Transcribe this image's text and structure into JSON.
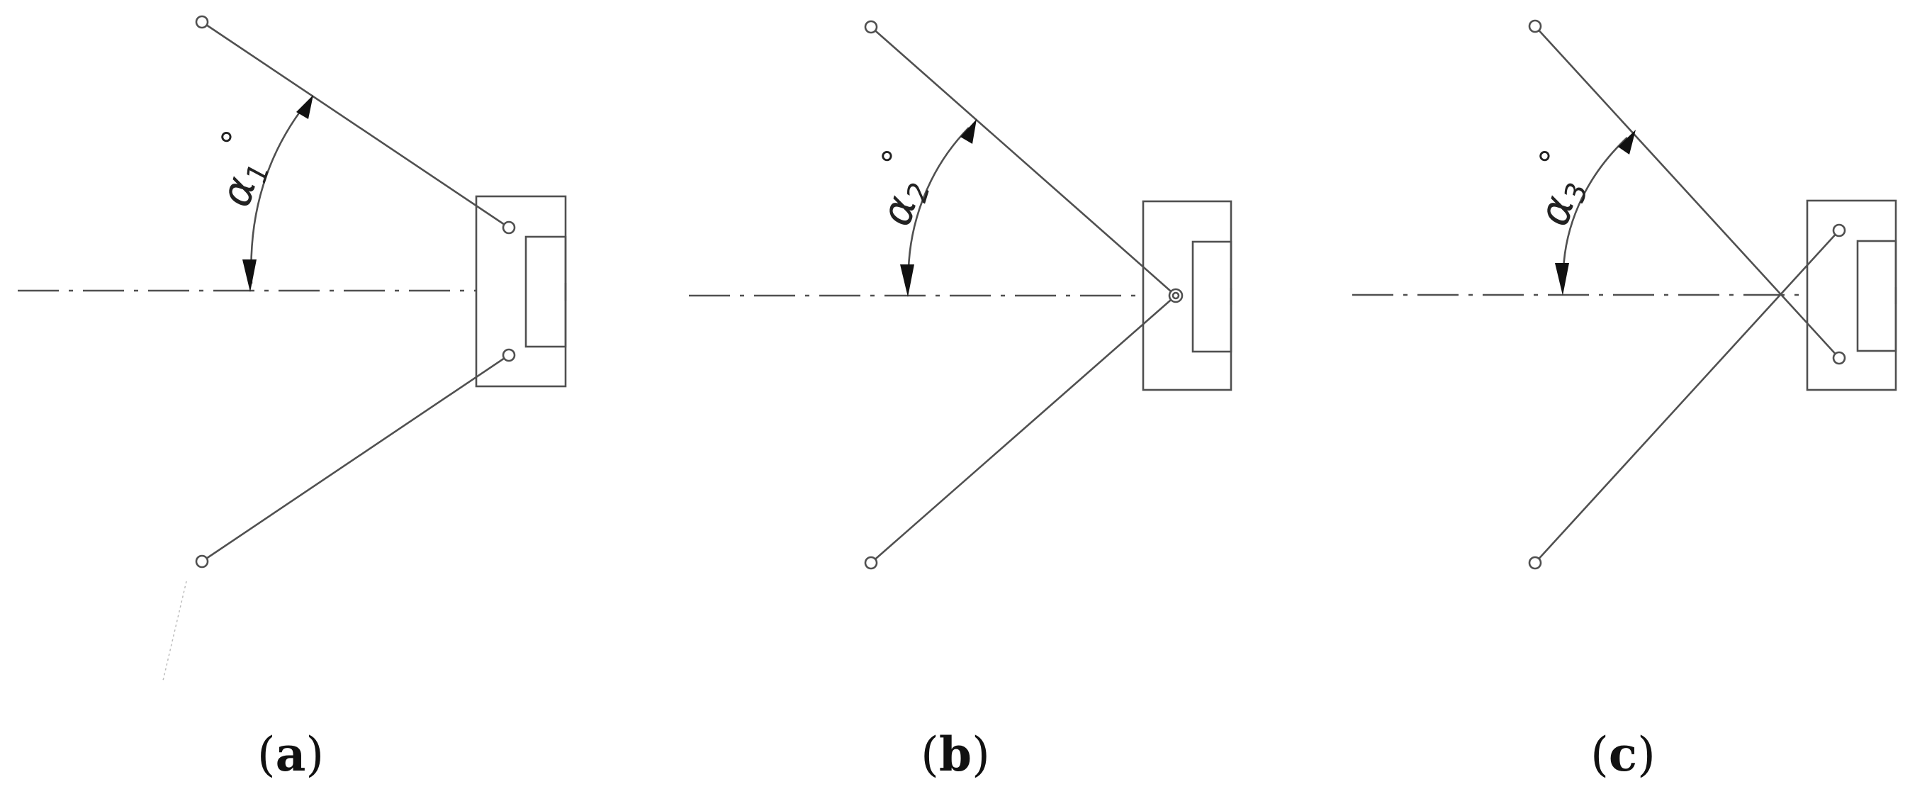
{
  "panels": [
    {
      "caption_open": "(",
      "caption_letter": "a",
      "caption_close": ")",
      "angle_symbol": "α",
      "angle_subscript": "1",
      "angle_unit": "°"
    },
    {
      "caption_open": "(",
      "caption_letter": "b",
      "caption_close": ")",
      "angle_symbol": "α",
      "angle_subscript": "2",
      "angle_unit": "°"
    },
    {
      "caption_open": "(",
      "caption_letter": "c",
      "caption_close": ")",
      "angle_symbol": "α",
      "angle_subscript": "3",
      "angle_unit": "°"
    }
  ],
  "colors": {
    "line": "#505050",
    "background": "#ffffff",
    "text": "#111111"
  }
}
